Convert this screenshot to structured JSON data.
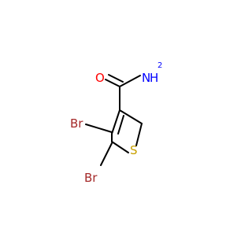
{
  "molecule": {
    "atoms": {
      "br_upper": "Br",
      "br_lower": "Br",
      "sulfur": "S",
      "oxygen": "O",
      "nitrogen": "N",
      "nitrogen_h": "H",
      "nitrogen_h_count": "2"
    }
  },
  "colors": {
    "bond": "#000000",
    "bromine": "#a52a2a",
    "sulfur": "#c8a000",
    "oxygen": "#ff0000",
    "nitrogen": "#0000ff"
  }
}
